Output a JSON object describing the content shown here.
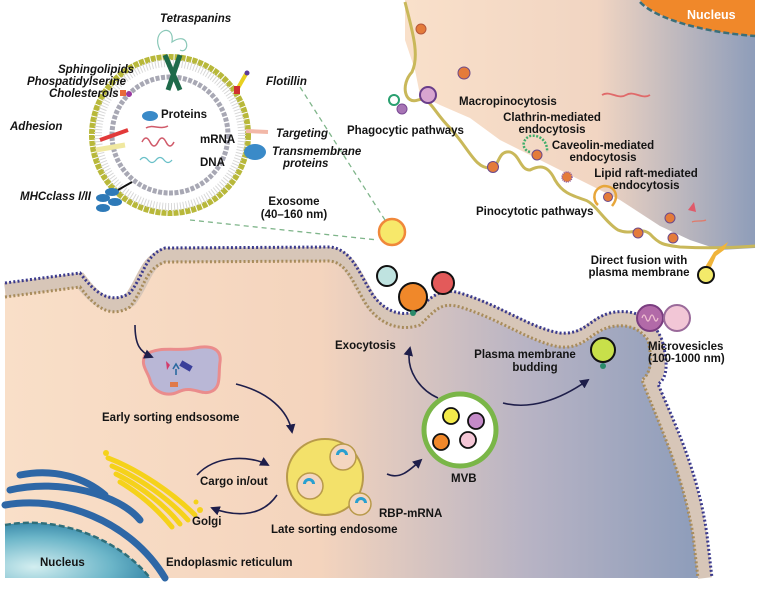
{
  "colors": {
    "cytoplasm_left": "#f8dcc4",
    "cytoplasm_right": "#8f9fbd",
    "membrane_head": "#3b3a8c",
    "membrane_head_alt": "#a88c5c",
    "exosome_membrane": "#b8b83a",
    "nucleus_orange": "#f0882a",
    "nucleus_blue": "#3d8fb0",
    "er_blue": "#2e67a6",
    "golgi_yellow": "#f5d21a",
    "mvb_green": "#7ab648",
    "arrow": "#1e1e4a",
    "dashed_line": "#7fb58a"
  },
  "exosome_panel": {
    "title": "Exosome",
    "size": "(40–160 nm)",
    "surface_labels": {
      "tetraspanins": "Tetraspanins",
      "sphingolipids": "Sphingolipids",
      "phosphatidylserine": "Phospatidylserine",
      "cholesterols": "Cholesterols",
      "adhesion": "Adhesion",
      "mhc": "MHCclass I/II",
      "flotillin": "Flotillin",
      "targeting": "Targeting",
      "transmembrane_1": "Transmembrane",
      "transmembrane_2": "proteins"
    },
    "cargo_labels": {
      "proteins": "Proteins",
      "mrna": "mRNA",
      "dna": "DNA"
    }
  },
  "uptake_panel": {
    "nucleus": "Nucleus",
    "macropinocytosis": "Macropinocytosis",
    "clathrin_1": "Clathrin-mediated",
    "clathrin_2": "endocytosis",
    "caveolin_1": "Caveolin-mediated",
    "caveolin_2": "endocytosis",
    "lipid_raft_1": "Lipid raft-mediated",
    "lipid_raft_2": "endocytosis",
    "phagocytic": "Phagocytic pathways",
    "pinocytotic": "Pinocytotic pathways",
    "direct_fusion_1": "Direct fusion with",
    "direct_fusion_2": "plasma membrane"
  },
  "biogenesis_panel": {
    "exocytosis": "Exocytosis",
    "early_endosome": "Early sorting endsosome",
    "late_endosome": "Late sorting endosome",
    "cargo": "Cargo in/out",
    "golgi": "Golgi",
    "rbp_mrna": "RBP-mRNA",
    "mvb": "MVB",
    "pm_budding_1": "Plasma membrane",
    "pm_budding_2": "budding",
    "microvesicles_1": "Microvesicles",
    "microvesicles_2": "(100-1000 nm)",
    "nucleus": "Nucleus",
    "er": "Endoplasmic reticulum"
  }
}
